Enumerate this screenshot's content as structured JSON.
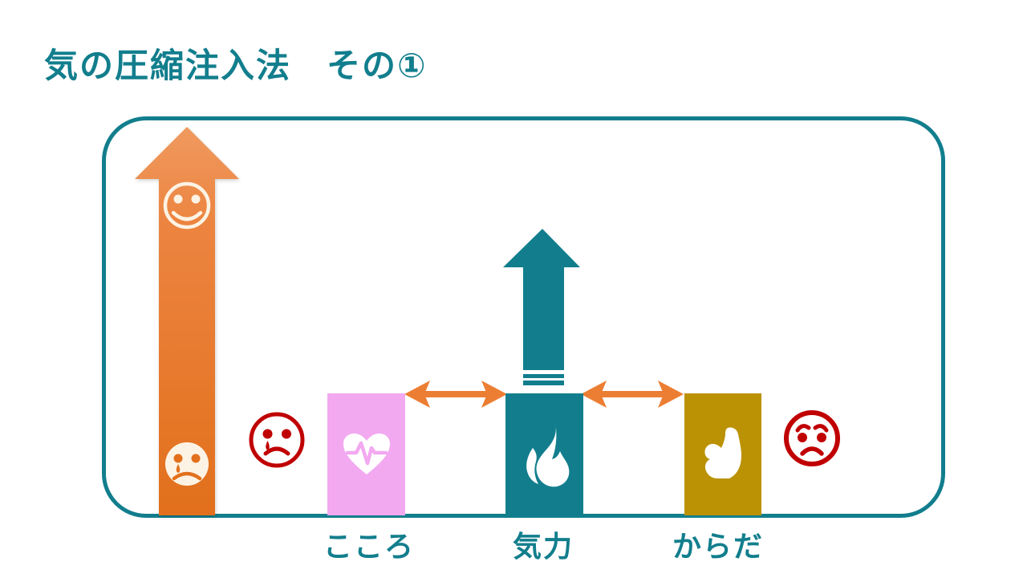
{
  "slide": {
    "title": "気の圧縮注入法　その①"
  },
  "colors": {
    "teal": "#127E8D",
    "orange": "#EC7E33",
    "orange_dark": "#E2701C",
    "orange_light": "#F09A5F",
    "pink": "#F2A9F0",
    "gold": "#BB9204",
    "red": "#C00000",
    "cream": "#FDF3E4",
    "white": "#FFFFFF"
  },
  "diagram": {
    "bars": [
      {
        "label": "こころ",
        "icon": "heart-pulse-icon",
        "color": "#F2A9F0"
      },
      {
        "label": "気力",
        "icon": "flame-icon",
        "color": "#127E8D"
      },
      {
        "label": "からだ",
        "icon": "muscle-icon",
        "color": "#BB9204"
      }
    ],
    "icons": {
      "big_up_arrow": "orange-up-arrow",
      "smiley_top": "smiley-face-icon",
      "sad_bottom": "crying-face-icon",
      "left_emoji": "red-crying-emoji-icon",
      "center_arrow": "teal-up-arrow",
      "double_arrow_left": "orange-double-arrow-icon",
      "double_arrow_right": "orange-double-arrow-icon",
      "right_emoji": "red-worried-emoji-icon"
    }
  }
}
